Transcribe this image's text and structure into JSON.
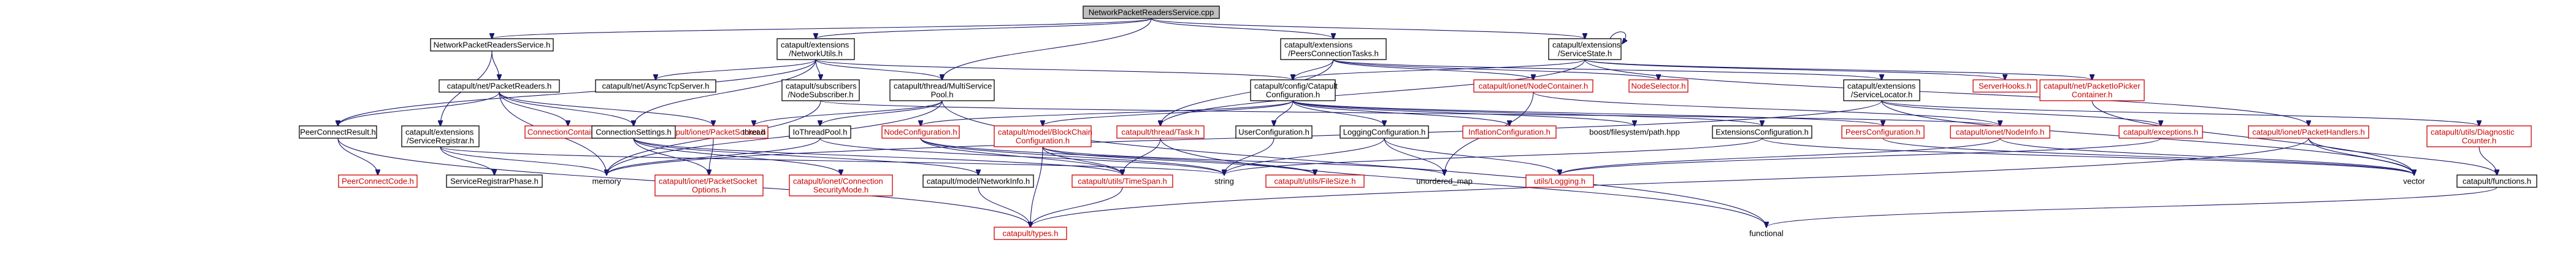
{
  "nodes": [
    {
      "id": "root",
      "label": [
        "NetworkPacketReadersService.cpp"
      ],
      "kind": "root"
    },
    {
      "id": "nprs",
      "label": [
        "NetworkPacketReadersService.h"
      ],
      "kind": "box"
    },
    {
      "id": "netutils",
      "label": [
        "catapult/extensions",
        "/NetworkUtils.h"
      ],
      "kind": "box"
    },
    {
      "id": "peerstasks",
      "label": [
        "catapult/extensions",
        "/PeersConnectionTasks.h"
      ],
      "kind": "box"
    },
    {
      "id": "servicestate",
      "label": [
        "catapult/extensions",
        "/ServiceState.h"
      ],
      "kind": "box"
    },
    {
      "id": "multiservicepool",
      "label": [
        "catapult/thread/MultiService",
        "Pool.h"
      ],
      "kind": "box"
    },
    {
      "id": "packetreaders",
      "label": [
        "catapult/net/PacketReaders.h"
      ],
      "kind": "box"
    },
    {
      "id": "asynctcp",
      "label": [
        "catapult/net/AsyncTcpServer.h"
      ],
      "kind": "box"
    },
    {
      "id": "nodesubscriber",
      "label": [
        "catapult/subscribers",
        "/NodeSubscriber.h"
      ],
      "kind": "box"
    },
    {
      "id": "catapultconfig",
      "label": [
        "catapult/config/Catapult",
        "Configuration.h"
      ],
      "kind": "box"
    },
    {
      "id": "nodecontainer",
      "label": [
        "catapult/ionet/NodeContainer.h"
      ],
      "kind": "red"
    },
    {
      "id": "nodeselector",
      "label": [
        "NodeSelector.h"
      ],
      "kind": "red"
    },
    {
      "id": "servicelocator",
      "label": [
        "catapult/extensions",
        "/ServiceLocator.h"
      ],
      "kind": "box"
    },
    {
      "id": "serverhooks",
      "label": [
        "ServerHooks.h"
      ],
      "kind": "red"
    },
    {
      "id": "packetiopicker",
      "label": [
        "catapult/net/PacketIoPicker",
        "Container.h"
      ],
      "kind": "red"
    },
    {
      "id": "peerconnectresult",
      "label": [
        "PeerConnectResult.h"
      ],
      "kind": "box"
    },
    {
      "id": "serviceregistrar",
      "label": [
        "catapult/extensions",
        "/ServiceRegistrar.h"
      ],
      "kind": "box"
    },
    {
      "id": "connectioncontainer",
      "label": [
        "ConnectionContainer.h"
      ],
      "kind": "red"
    },
    {
      "id": "packetsocket",
      "label": [
        "catapult/ionet/PacketSocket.h"
      ],
      "kind": "red"
    },
    {
      "id": "connectionsettings",
      "label": [
        "ConnectionSettings.h"
      ],
      "kind": "box"
    },
    {
      "id": "thread",
      "label": [
        "thread"
      ],
      "kind": "plain"
    },
    {
      "id": "iothreadpool",
      "label": [
        "IoThreadPool.h"
      ],
      "kind": "box"
    },
    {
      "id": "nodeconfiguration",
      "label": [
        "NodeConfiguration.h"
      ],
      "kind": "red"
    },
    {
      "id": "blockchainconfig",
      "label": [
        "catapult/model/BlockChain",
        "Configuration.h"
      ],
      "kind": "red"
    },
    {
      "id": "task",
      "label": [
        "catapult/thread/Task.h"
      ],
      "kind": "red"
    },
    {
      "id": "userconfig",
      "label": [
        "UserConfiguration.h"
      ],
      "kind": "box"
    },
    {
      "id": "loggingconfig",
      "label": [
        "LoggingConfiguration.h"
      ],
      "kind": "box"
    },
    {
      "id": "inflationconfig",
      "label": [
        "InflationConfiguration.h"
      ],
      "kind": "red"
    },
    {
      "id": "boostpath",
      "label": [
        "boost/filesystem/path.hpp"
      ],
      "kind": "plain"
    },
    {
      "id": "extensionsconfig",
      "label": [
        "ExtensionsConfiguration.h"
      ],
      "kind": "box"
    },
    {
      "id": "peersconfig",
      "label": [
        "PeersConfiguration.h"
      ],
      "kind": "red"
    },
    {
      "id": "nodeinfo",
      "label": [
        "catapult/ionet/NodeInfo.h"
      ],
      "kind": "red"
    },
    {
      "id": "exceptions",
      "label": [
        "catapult/exceptions.h"
      ],
      "kind": "red"
    },
    {
      "id": "packethandlers",
      "label": [
        "catapult/ionet/PacketHandlers.h"
      ],
      "kind": "red"
    },
    {
      "id": "diagcounter",
      "label": [
        "catapult/utils/Diagnostic",
        "Counter.h"
      ],
      "kind": "red"
    },
    {
      "id": "peerconnectcode",
      "label": [
        "PeerConnectCode.h"
      ],
      "kind": "red"
    },
    {
      "id": "serviceregistrarphase",
      "label": [
        "ServiceRegistrarPhase.h"
      ],
      "kind": "box"
    },
    {
      "id": "memory",
      "label": [
        "memory"
      ],
      "kind": "plain"
    },
    {
      "id": "packetsocketoptions",
      "label": [
        "catapult/ionet/PacketSocket",
        "Options.h"
      ],
      "kind": "red"
    },
    {
      "id": "connsecuritymode",
      "label": [
        "catapult/ionet/Connection",
        "SecurityMode.h"
      ],
      "kind": "red"
    },
    {
      "id": "networkinfo",
      "label": [
        "catapult/model/NetworkInfo.h"
      ],
      "kind": "box"
    },
    {
      "id": "timespan",
      "label": [
        "catapult/utils/TimeSpan.h"
      ],
      "kind": "red"
    },
    {
      "id": "string",
      "label": [
        "string"
      ],
      "kind": "plain"
    },
    {
      "id": "filesize",
      "label": [
        "catapult/utils/FileSize.h"
      ],
      "kind": "red"
    },
    {
      "id": "unorderedmap",
      "label": [
        "unordered_map"
      ],
      "kind": "plain"
    },
    {
      "id": "logging",
      "label": [
        "utils/Logging.h"
      ],
      "kind": "red"
    },
    {
      "id": "vector",
      "label": [
        "vector"
      ],
      "kind": "plain"
    },
    {
      "id": "functions",
      "label": [
        "catapult/functions.h"
      ],
      "kind": "box"
    },
    {
      "id": "types",
      "label": [
        "catapult/types.h"
      ],
      "kind": "red"
    },
    {
      "id": "functional",
      "label": [
        "functional"
      ],
      "kind": "plain"
    }
  ],
  "edges": [
    [
      "root",
      "nprs"
    ],
    [
      "root",
      "netutils"
    ],
    [
      "root",
      "peerstasks"
    ],
    [
      "root",
      "servicestate"
    ],
    [
      "root",
      "multiservicepool"
    ],
    [
      "nprs",
      "packetreaders"
    ],
    [
      "nprs",
      "serviceregistrar"
    ],
    [
      "netutils",
      "peerconnectresult"
    ],
    [
      "netutils",
      "asynctcp"
    ],
    [
      "netutils",
      "nodesubscriber"
    ],
    [
      "netutils",
      "multiservicepool"
    ],
    [
      "netutils",
      "connectionsettings"
    ],
    [
      "netutils",
      "catapultconfig"
    ],
    [
      "peerstasks",
      "nodecontainer"
    ],
    [
      "peerstasks",
      "nodeselector"
    ],
    [
      "peerstasks",
      "servicelocator"
    ],
    [
      "peerstasks",
      "task"
    ],
    [
      "peerstasks",
      "catapultconfig"
    ],
    [
      "servicestate",
      "servicestate"
    ],
    [
      "servicestate",
      "serverhooks"
    ],
    [
      "servicestate",
      "packetiopicker"
    ],
    [
      "servicestate",
      "packethandlers"
    ],
    [
      "servicestate",
      "catapultconfig"
    ],
    [
      "servicestate",
      "task"
    ],
    [
      "multiservicepool",
      "iothreadpool"
    ],
    [
      "multiservicepool",
      "thread"
    ],
    [
      "multiservicepool",
      "memory"
    ],
    [
      "multiservicepool",
      "functional"
    ],
    [
      "packetreaders",
      "peerconnectresult"
    ],
    [
      "packetreaders",
      "connectioncontainer"
    ],
    [
      "packetreaders",
      "packetsocket"
    ],
    [
      "packetreaders",
      "connectionsettings"
    ],
    [
      "packetreaders",
      "memory"
    ],
    [
      "nodesubscriber",
      "nodeinfo"
    ],
    [
      "nodesubscriber",
      "memory"
    ],
    [
      "catapultconfig",
      "nodeconfiguration"
    ],
    [
      "catapultconfig",
      "blockchainconfig"
    ],
    [
      "catapultconfig",
      "userconfig"
    ],
    [
      "catapultconfig",
      "loggingconfig"
    ],
    [
      "catapultconfig",
      "inflationconfig"
    ],
    [
      "catapultconfig",
      "boostpath"
    ],
    [
      "catapultconfig",
      "extensionsconfig"
    ],
    [
      "catapultconfig",
      "peersconfig"
    ],
    [
      "nodecontainer",
      "nodeinfo"
    ],
    [
      "nodecontainer",
      "unorderedmap"
    ],
    [
      "servicelocator",
      "exceptions"
    ],
    [
      "servicelocator",
      "diagcounter"
    ],
    [
      "servicelocator",
      "vector"
    ],
    [
      "servicelocator",
      "memory"
    ],
    [
      "packetiopicker",
      "vector"
    ],
    [
      "peerconnectresult",
      "peerconnectcode"
    ],
    [
      "peerconnectresult",
      "types"
    ],
    [
      "serviceregistrar",
      "serviceregistrarphase"
    ],
    [
      "serviceregistrar",
      "memory"
    ],
    [
      "serviceregistrar",
      "string"
    ],
    [
      "packetsocket",
      "packetsocketoptions"
    ],
    [
      "connectionsettings",
      "packetsocketoptions"
    ],
    [
      "connectionsettings",
      "connsecuritymode"
    ],
    [
      "connectionsettings",
      "networkinfo"
    ],
    [
      "connectionsettings",
      "timespan"
    ],
    [
      "iothreadpool",
      "memory"
    ],
    [
      "iothreadpool",
      "string"
    ],
    [
      "nodeconfiguration",
      "timespan"
    ],
    [
      "nodeconfiguration",
      "filesize"
    ],
    [
      "nodeconfiguration",
      "string"
    ],
    [
      "blockchainconfig",
      "timespan"
    ],
    [
      "blockchainconfig",
      "filesize"
    ],
    [
      "blockchainconfig",
      "types"
    ],
    [
      "blockchainconfig",
      "unorderedmap"
    ],
    [
      "task",
      "timespan"
    ],
    [
      "task",
      "functional"
    ],
    [
      "userconfig",
      "string"
    ],
    [
      "loggingconfig",
      "logging"
    ],
    [
      "loggingconfig",
      "string"
    ],
    [
      "loggingconfig",
      "unorderedmap"
    ],
    [
      "extensionsconfig",
      "string"
    ],
    [
      "extensionsconfig",
      "vector"
    ],
    [
      "peersconfig",
      "vector"
    ],
    [
      "nodeinfo",
      "logging"
    ],
    [
      "nodeinfo",
      "vector"
    ],
    [
      "exceptions",
      "logging"
    ],
    [
      "packethandlers",
      "functions"
    ],
    [
      "packethandlers",
      "vector"
    ],
    [
      "packethandlers",
      "types"
    ],
    [
      "diagcounter",
      "functions"
    ],
    [
      "networkinfo",
      "types"
    ],
    [
      "timespan",
      "types"
    ],
    [
      "functions",
      "functional"
    ]
  ]
}
